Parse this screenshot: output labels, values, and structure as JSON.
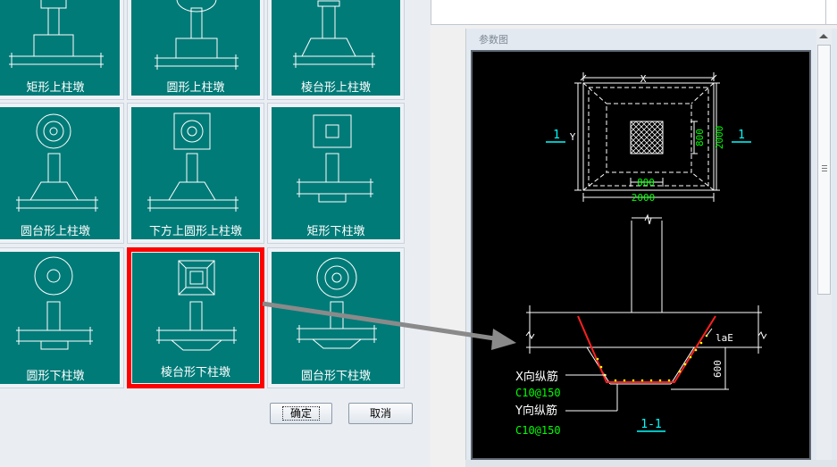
{
  "tiles": [
    {
      "label": "矩形上柱墩",
      "icon": "rect-upper-pier-icon"
    },
    {
      "label": "圆形上柱墩",
      "icon": "circle-upper-pier-icon"
    },
    {
      "label": "棱台形上柱墩",
      "icon": "frustum-upper-pier-icon"
    },
    {
      "label": "圆台形上柱墩",
      "icon": "round-frustum-upper-pier-icon"
    },
    {
      "label": "下方上圆形上柱墩",
      "icon": "square-base-round-top-pier-icon"
    },
    {
      "label": "矩形下柱墩",
      "icon": "rect-lower-pier-icon"
    },
    {
      "label": "圆形下柱墩",
      "icon": "circle-lower-pier-icon"
    },
    {
      "label": "棱台形下柱墩",
      "icon": "frustum-lower-pier-icon"
    },
    {
      "label": "圆台形下柱墩",
      "icon": "round-frustum-lower-pier-icon"
    }
  ],
  "selected_tile": "棱台形下柱墩",
  "buttons": {
    "ok": "确定",
    "cancel": "取消"
  },
  "param_panel": {
    "title": "参数图"
  },
  "drawing": {
    "plan_x": "X",
    "plan_y": "Y",
    "dim_800_v": "800",
    "dim_2000_v": "2000",
    "dim_800_h": "800",
    "dim_2000_h": "2000",
    "section_mark_left": "1",
    "section_mark_right": "1",
    "lae": "laE",
    "dim_600": "600",
    "x_bar_label": "X向纵筋",
    "x_bar_spec": "C10@150",
    "y_bar_label": "Y向纵筋",
    "y_bar_spec": "C10@150",
    "section_title": "1-1"
  },
  "colors": {
    "tile_bg": "#007b78",
    "selection": "#ff0000",
    "cad_bg": "#000000",
    "cad_green": "#00ff00",
    "cad_cyan": "#00ffff",
    "rebar_red": "#ff2020",
    "rebar_yellow": "#ffff00"
  }
}
